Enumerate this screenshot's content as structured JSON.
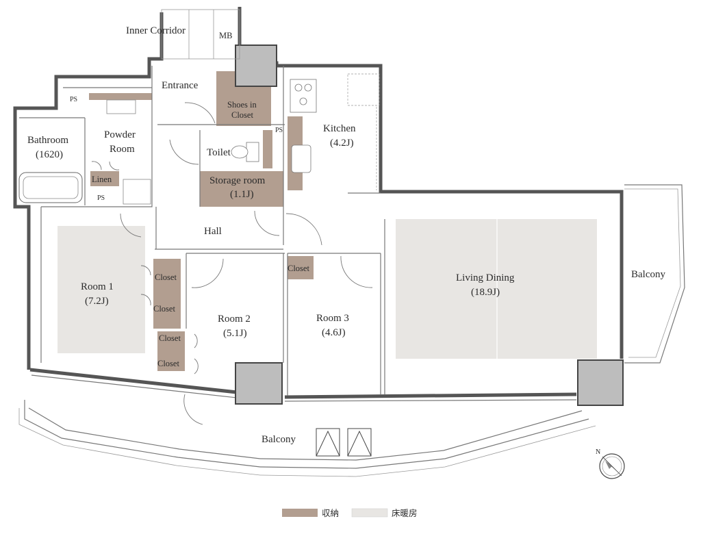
{
  "rooms": {
    "inner_corridor": "Inner Corridor",
    "mb": "MB",
    "entrance": "Entrance",
    "shoes_in_closet": [
      "Shoes in",
      "Closet"
    ],
    "ps": "PS",
    "bathroom": [
      "Bathroom",
      "(1620)"
    ],
    "powder_room": [
      "Powder",
      "Room"
    ],
    "linen": "Linen",
    "toilet": "Toilet",
    "storage_room": [
      "Storage room",
      "(1.1J)"
    ],
    "kitchen": [
      "Kitchen",
      "(4.2J)"
    ],
    "hall": "Hall",
    "room1": [
      "Room 1",
      "(7.2J)"
    ],
    "closet": "Closet",
    "room2": [
      "Room 2",
      "(5.1J)"
    ],
    "room3": [
      "Room 3",
      "(4.6J)"
    ],
    "living_dining": [
      "Living Dining",
      "(18.9J)"
    ],
    "balcony_side": "Balcony",
    "balcony_main": "Balcony"
  },
  "legend": [
    {
      "label": "収納",
      "color": "#b29e90"
    },
    {
      "label": "床暖房",
      "color": "#e8e6e3"
    }
  ],
  "compass": {
    "label": "N",
    "icon": "compass-icon"
  },
  "colors": {
    "storage": "#b29e90",
    "floor_heating": "#e8e6e3",
    "wall": "#555555",
    "column": "#bdbdbd"
  }
}
